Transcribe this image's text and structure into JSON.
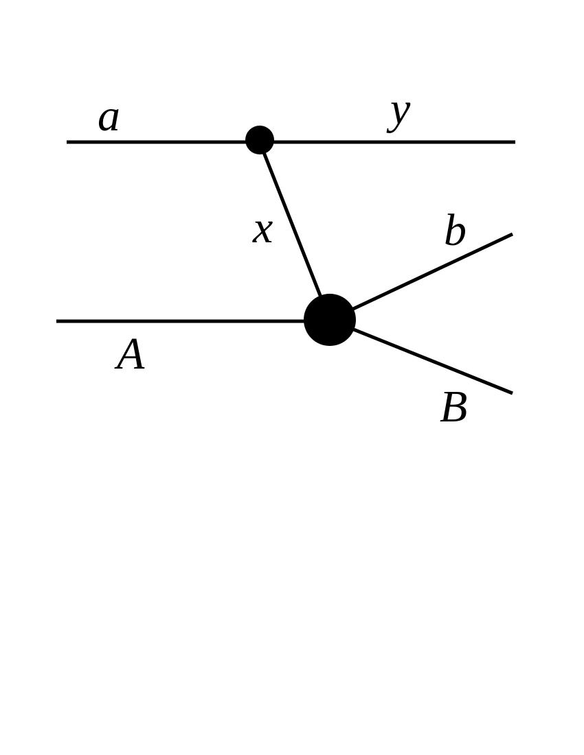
{
  "diagram": {
    "labels": {
      "a": "a",
      "y": "y",
      "x": "x",
      "b": "b",
      "A": "A",
      "B": "B"
    },
    "vertices": [
      {
        "name": "upper-vertex",
        "type": "small"
      },
      {
        "name": "lower-vertex",
        "type": "large"
      }
    ],
    "colors": {
      "stroke": "#000000",
      "background": "#ffffff"
    }
  }
}
